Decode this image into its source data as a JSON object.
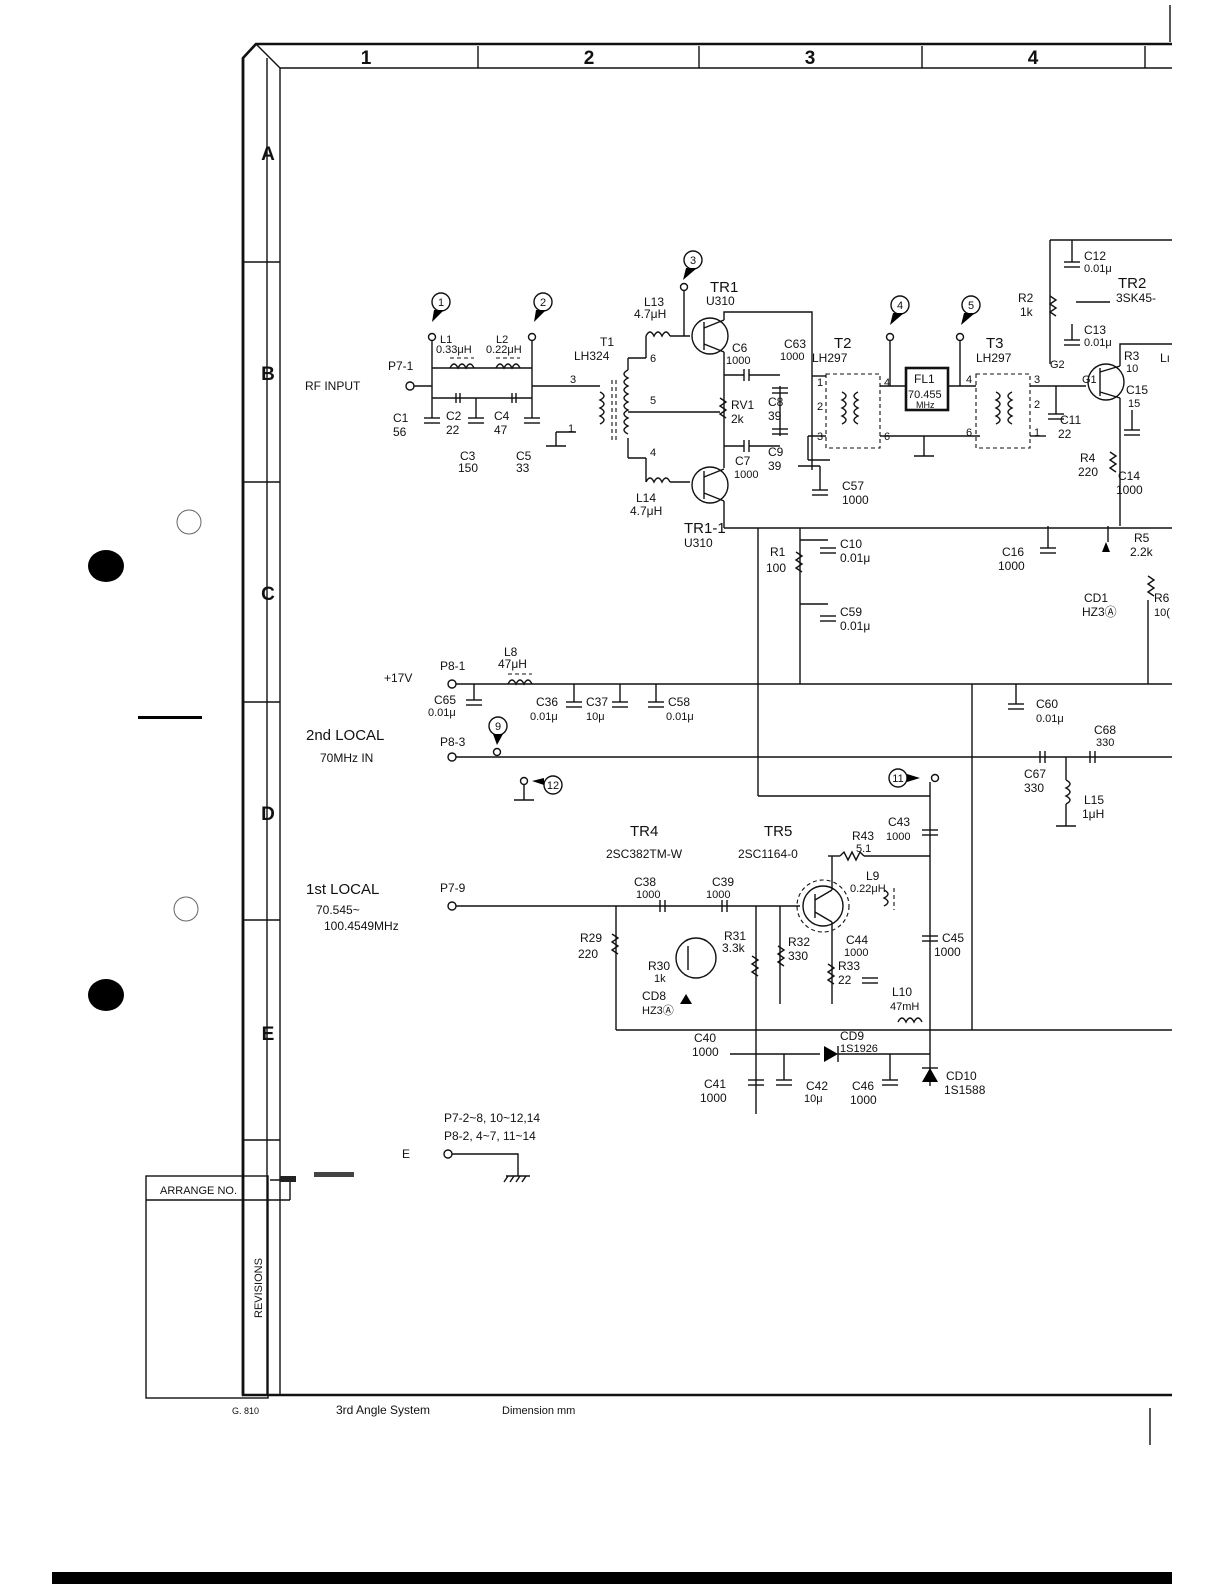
{
  "grid": {
    "columns": [
      "1",
      "2",
      "3",
      "4"
    ],
    "rows": [
      "A",
      "B",
      "C",
      "D",
      "E"
    ]
  },
  "title_block": {
    "arrange_no": "ARRANGE NO.",
    "revisions": "REVISIONS",
    "code": "G. 810",
    "angle_system": "3rd Angle System",
    "dimension": "Dimension mm"
  },
  "signals": {
    "rf_input": "RF INPUT",
    "p7_1": "P7-1",
    "plus17v": "+17V",
    "p8_1": "P8-1",
    "second_local": "2nd LOCAL",
    "second_local_freq": "70MHz IN",
    "p8_3": "P8-3",
    "first_local": "1st LOCAL",
    "p7_9": "P7-9",
    "first_local_freq1": "70.545~",
    "first_local_freq2": "100.4549MHz",
    "e": "E",
    "gnd_list1": "P7-2~8, 10~12,14",
    "gnd_list2": "P8-2, 4~7, 11~14"
  },
  "test_points": [
    "1",
    "2",
    "3",
    "4",
    "5",
    "9",
    "11",
    "12"
  ],
  "components": {
    "l1": [
      "L1",
      "0.33μH"
    ],
    "l2": [
      "L2",
      "0.22μH"
    ],
    "c1": [
      "C1",
      "56"
    ],
    "c2": [
      "C2",
      "22"
    ],
    "c3": [
      "C3",
      "150"
    ],
    "c4": [
      "C4",
      "47"
    ],
    "c5": [
      "C5",
      "33"
    ],
    "t1": [
      "T1",
      "LH324"
    ],
    "l13": [
      "L13",
      "4.7μH"
    ],
    "l14": [
      "L14",
      "4.7μH"
    ],
    "tr1": [
      "TR1",
      "U310"
    ],
    "tr1_1": [
      "TR1-1",
      "U310"
    ],
    "c6": [
      "C6",
      "1000"
    ],
    "c7": [
      "C7",
      "1000"
    ],
    "rv1": [
      "RV1",
      "2k"
    ],
    "c63": [
      "C63",
      "1000"
    ],
    "c8": [
      "C8",
      "39"
    ],
    "c9": [
      "C9",
      "39"
    ],
    "t2": [
      "T2",
      "LH297"
    ],
    "c57": [
      "C57",
      "1000"
    ],
    "r1": [
      "R1",
      "100"
    ],
    "c10": [
      "C10",
      "0.01μ"
    ],
    "c59": [
      "C59",
      "0.01μ"
    ],
    "fl1": [
      "FL1",
      "70.455",
      "MHz"
    ],
    "t3": [
      "T3",
      "LH297"
    ],
    "c11": [
      "C11",
      "22"
    ],
    "c12": [
      "C12",
      "0.01μ"
    ],
    "r2": [
      "R2",
      "1k"
    ],
    "c13": [
      "C13",
      "0.01μ"
    ],
    "tr2": [
      "TR2",
      "3SK45-"
    ],
    "g2": "G2",
    "g1": "G1",
    "r3": [
      "R3",
      "10"
    ],
    "li": "Lı",
    "c15": [
      "C15",
      "15"
    ],
    "r4": [
      "R4",
      "220"
    ],
    "c14": [
      "C14",
      "1000"
    ],
    "c16": [
      "C16",
      "1000"
    ],
    "r5": [
      "R5",
      "2.2k"
    ],
    "cd1": [
      "CD1",
      "HZ3Ⓐ"
    ],
    "r6": [
      "R6",
      "10("
    ],
    "l8": [
      "L8",
      "47μH"
    ],
    "c65": [
      "C65",
      "0.01μ"
    ],
    "c36": [
      "C36",
      "0.01μ"
    ],
    "c37": [
      "C37",
      "10μ"
    ],
    "c58": [
      "C58",
      "0.01μ"
    ],
    "c60": [
      "C60",
      "0.01μ"
    ],
    "c67": [
      "C67",
      "330"
    ],
    "c68": [
      "C68",
      "330"
    ],
    "l15": [
      "L15",
      "1μH"
    ],
    "c43": [
      "C43",
      "1000"
    ],
    "tr4": [
      "TR4",
      "2SC382TM-W"
    ],
    "tr5": [
      "TR5",
      "2SC1164-0"
    ],
    "r43": [
      "R43",
      "5.1"
    ],
    "l9": [
      "L9",
      "0.22μH"
    ],
    "c38": [
      "C38",
      "1000"
    ],
    "c39": [
      "C39",
      "1000"
    ],
    "r29": [
      "R29",
      "220"
    ],
    "r30": [
      "R30",
      "1k"
    ],
    "r31": [
      "R31",
      "3.3k"
    ],
    "r32": [
      "R32",
      "330"
    ],
    "c44": [
      "C44",
      "1000"
    ],
    "r33": [
      "R33",
      "22"
    ],
    "c45": [
      "C45",
      "1000"
    ],
    "cd8": [
      "CD8",
      "HZ3Ⓐ"
    ],
    "l10": [
      "L10",
      "47mH"
    ],
    "c40": [
      "C40",
      "1000"
    ],
    "cd9": [
      "CD9",
      "1S1926"
    ],
    "c41": [
      "C41",
      "1000"
    ],
    "c42": [
      "C42",
      "10μ"
    ],
    "c46": [
      "C46",
      "1000"
    ],
    "cd10": [
      "CD10",
      "1S1588"
    ]
  },
  "pins": {
    "t1_3": "3",
    "t1_1": "1",
    "t1_6": "6",
    "t1_5": "5",
    "t1_4": "4",
    "t2_1": "1",
    "t2_2": "2",
    "t2_3": "3",
    "t2_4": "4",
    "t2_6": "6",
    "t3_4": "4",
    "t3_6": "6",
    "t3_3": "3",
    "t3_2": "2",
    "t3_1": "1"
  }
}
